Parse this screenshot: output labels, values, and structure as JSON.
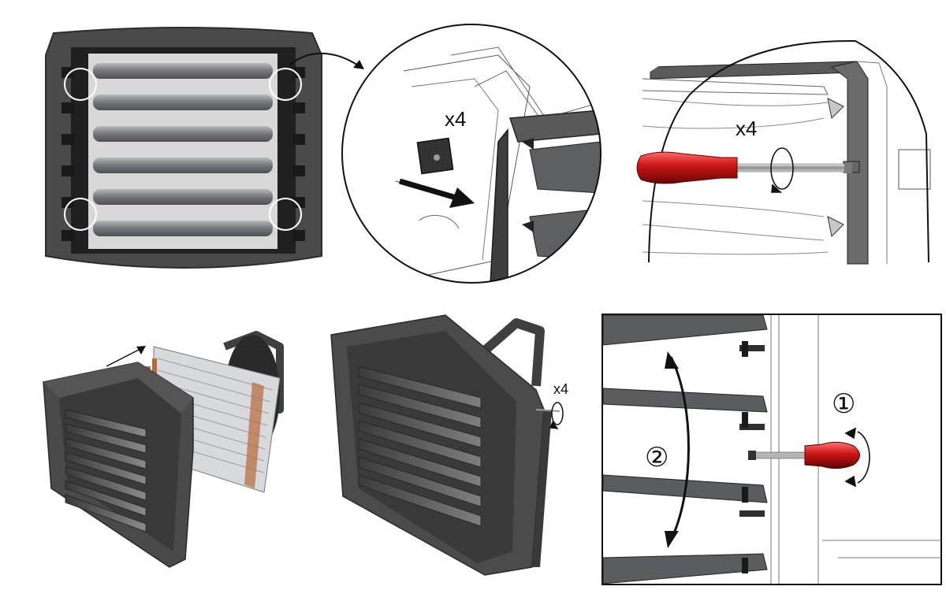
{
  "colors": {
    "housing": "#4b4b4b",
    "housing_dark": "#2f2f2f",
    "louver": "#6a6c70",
    "louver_light": "#9a9ca0",
    "handle_red": "#c41a1a",
    "coil_copper": "#b86a3a",
    "line": "#111111",
    "circle_marker": "#ffffff"
  },
  "panels": {
    "top_left": {
      "markers": 4
    },
    "top_middle": {
      "quantity_label": "x4"
    },
    "top_right": {
      "quantity_label": "x4"
    },
    "bottom_middle": {
      "quantity_label": "x4"
    },
    "bottom_right": {
      "step_1": "①",
      "step_2": "②"
    }
  },
  "icons": [
    "arrow-icon",
    "screwdriver-icon",
    "rotation-arrow-icon",
    "double-arrow-icon"
  ]
}
